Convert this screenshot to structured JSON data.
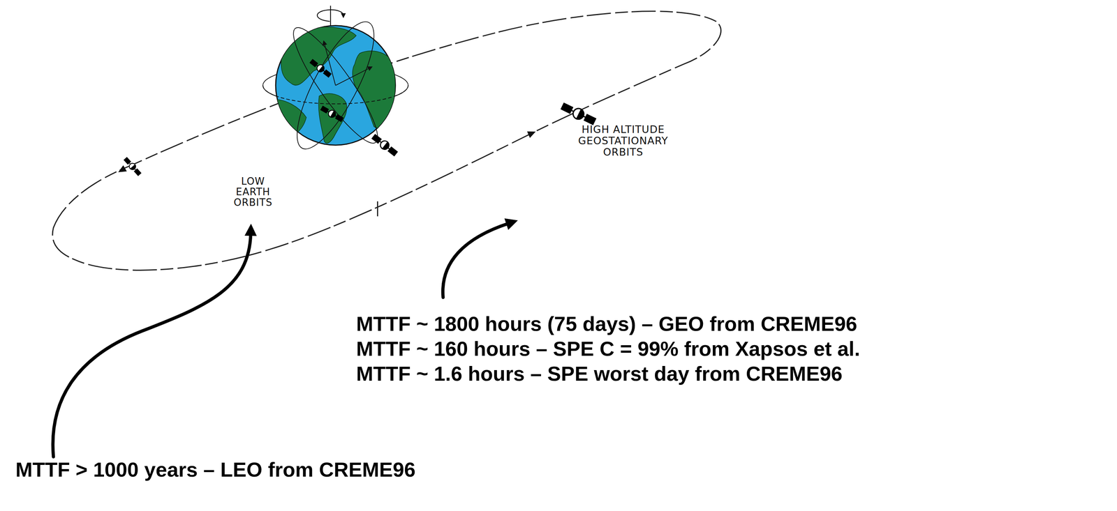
{
  "diagram": {
    "labels": [
      "HIGH ALTITUDE GEOSTATIONARY ORBITS",
      "LOW EARTH ORBITS",
      "MTTF ~ 1800 hours (75 days) – GEO from CREME96",
      "MTTF ~ 160 hours – SPE C = 99% from Xapsos et al.",
      "MTTF ~ 1.6 hours – SPE worst day from CREME96",
      "MTTF > 1000 years – LEO from CREME96"
    ]
  }
}
